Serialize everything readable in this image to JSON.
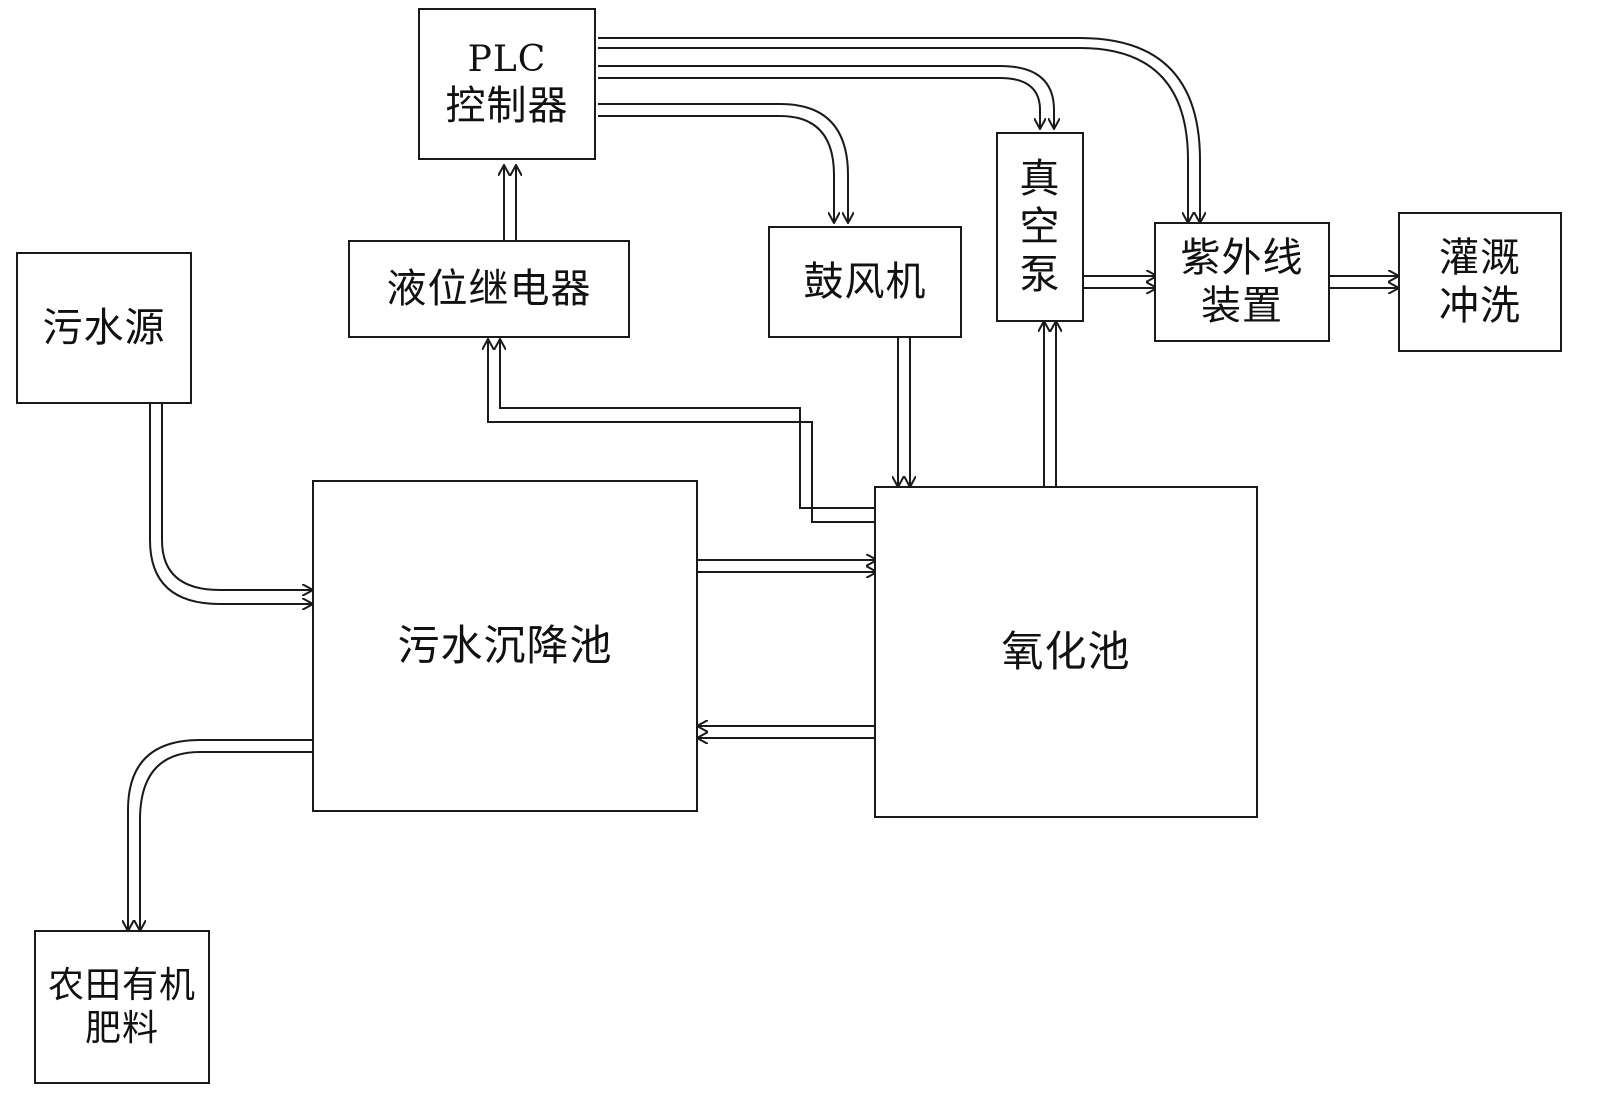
{
  "nodes": {
    "plc_controller": {
      "line1": "PLC",
      "line2": "控制器"
    },
    "level_relay": {
      "label": "液位继电器"
    },
    "blower": {
      "label": "鼓风机"
    },
    "vacuum_pump": {
      "line1": "真",
      "line2": "空",
      "line3": "泵"
    },
    "uv_device": {
      "line1": "紫外线",
      "line2": "装置"
    },
    "irrigation": {
      "line1": "灌溉",
      "line2": "冲洗"
    },
    "sewage_source": {
      "label": "污水源"
    },
    "settling_tank": {
      "label": "污水沉降池"
    },
    "oxidation_tank": {
      "label": "氧化池"
    },
    "fertilizer": {
      "line1": "农田有机",
      "line2": "肥料"
    }
  }
}
